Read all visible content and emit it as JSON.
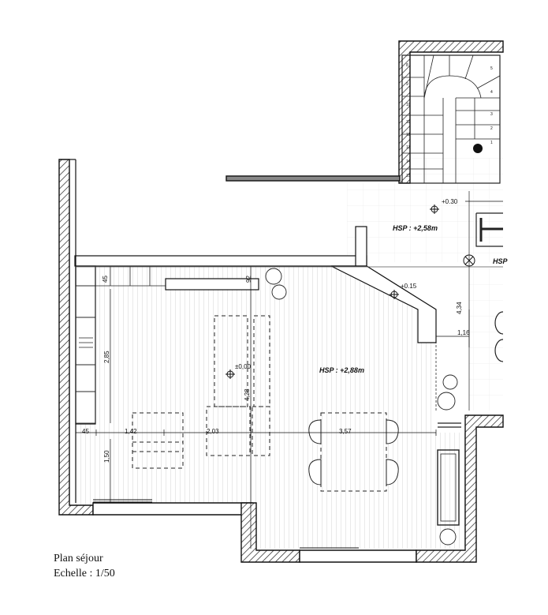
{
  "legend": {
    "title": "Plan séjour",
    "scale": "Echelle : 1/50"
  },
  "rooms": {
    "living_height": "HSP : +2,88m",
    "upper_height": "HSP : +2,58m",
    "right_height": "HSP"
  },
  "levels": {
    "main": "±0,00",
    "stairs": "+0.30",
    "step": "+0.15"
  },
  "dimensions": {
    "wall_top": "45",
    "small_top": "92",
    "left_length": "2,85",
    "bottom_wall": "45",
    "seg_1": "1,42",
    "seg_2": "2,03",
    "seg_3": "3,57",
    "left_lower": "1,50",
    "center_vertical": "4,28",
    "right_vertical": "4,34",
    "right_short": "1,16"
  },
  "stairs": {
    "steps_left": [
      "8",
      "9",
      "10",
      "11",
      "12",
      "13",
      "14",
      "15"
    ],
    "steps_right": [
      "5",
      "4",
      "3",
      "2",
      "1"
    ]
  }
}
